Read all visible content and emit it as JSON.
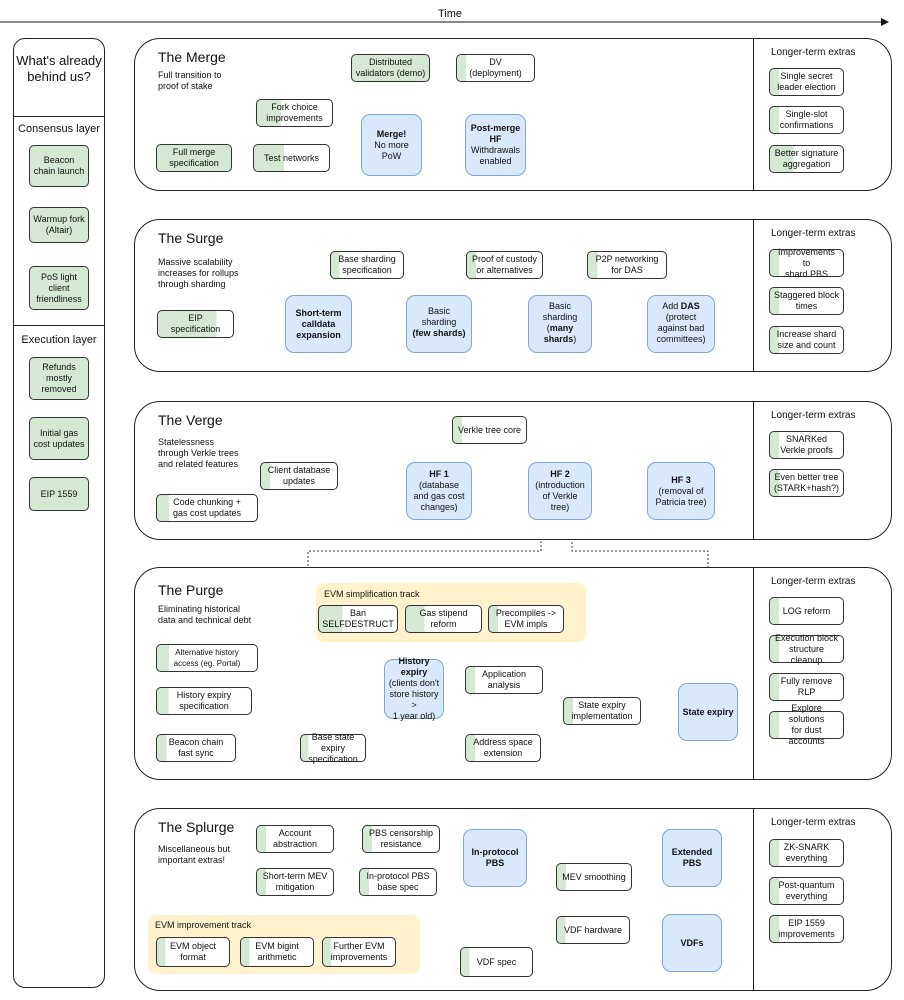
{
  "time_label": "Time",
  "left_panel": {
    "title": "What's already behind us?",
    "consensus_label": "Consensus layer",
    "consensus_items": [
      "Beacon chain launch",
      "Warmup fork (Altair)",
      "PoS light client friendliness"
    ],
    "execution_label": "Execution layer",
    "execution_items": [
      "Refunds mostly removed",
      "Initial gas cost updates",
      "EIP 1559"
    ]
  },
  "colors": {
    "done_green": "#d5e8d4",
    "milestone_blue": "#dae8fc",
    "track_yellow": "#fff2cc"
  },
  "merge": {
    "title": "The Merge",
    "desc": "Full transition to\nproof of stake",
    "nodes": {
      "dist_val": "Distributed\nvalidators (demo)",
      "dv_deploy": "DV\n(deployment)",
      "fork_choice": "Fork choice\nimprovements",
      "full_merge_spec": "Full merge\nspecification",
      "test_networks": "Test networks",
      "merge_title": "Merge!",
      "merge_sub": "No more\nPoW",
      "postmerge_title": "Post-merge\nHF",
      "postmerge_sub": "Withdrawals\nenabled"
    },
    "extras_title": "Longer-term extras",
    "extras": [
      "Single secret\nleader election",
      "Single-slot\nconfirmations",
      "Better signature\naggregation"
    ]
  },
  "surge": {
    "title": "The Surge",
    "desc": "Massive scalability\nincreases for rollups\nthrough sharding",
    "nodes": {
      "base_sharding_spec": "Base sharding\nspecification",
      "proof_custody": "Proof of custody\nor alternatives",
      "p2p_das": "P2P networking\nfor DAS",
      "eip_spec": "EIP\nspecification",
      "calldata": "Short-term\ncalldata\nexpansion",
      "basic_few_a": "Basic\nsharding\n",
      "basic_few_b": "(few shards)",
      "basic_many_a": "Basic\nsharding\n(",
      "basic_many_b": "many\nshards",
      "basic_many_c": ")",
      "das_a": "Add ",
      "das_b": "DAS",
      "das_c": "\n(protect\nagainst bad\ncommittees)"
    },
    "extras_title": "Longer-term extras",
    "extras": [
      "Improvements to\nshard PBS",
      "Staggered block\ntimes",
      "Increase shard\nsize and count"
    ]
  },
  "verge": {
    "title": "The Verge",
    "desc": "Statelessness\nthrough Verkle trees\nand related features",
    "nodes": {
      "verkle_core": "Verkle tree core",
      "client_db": "Client database\nupdates",
      "code_chunk": "Code chunking +\ngas cost updates",
      "hf1_title": "HF 1",
      "hf1_sub": "(database\nand gas cost\nchanges)",
      "hf2_title": "HF 2",
      "hf2_sub": "(introduction\nof Verkle\ntree)",
      "hf3_title": "HF 3",
      "hf3_sub": "(removal of\nPatricia tree)"
    },
    "extras_title": "Longer-term extras",
    "extras": [
      "SNARKed\nVerkle proofs",
      "Even better tree\n(STARK+hash?)"
    ]
  },
  "purge": {
    "title": "The Purge",
    "desc": "Eliminating historical\ndata and technical debt",
    "track_label": "EVM simplification track",
    "nodes": {
      "ban_selfdestruct": "Ban\nSELFDESTRUCT",
      "gas_stipend": "Gas stipend\nreform",
      "precompiles": "Precompiles ->\nEVM impls",
      "alt_history": "Alternative history\naccess (eg. Portal)",
      "history_expiry_spec": "History expiry\nspecification",
      "beacon_fast_sync": "Beacon chain\nfast sync",
      "history_expiry_title": "History\nexpiry",
      "history_expiry_sub": "(clients don't\nstore history >\n1 year old)",
      "app_analysis": "Application\nanalysis",
      "state_expiry_impl": "State expiry\nimplementation",
      "state_expiry": "State expiry",
      "base_state_expiry_spec": "Base state expiry\nspecification",
      "address_space": "Address space\nextension"
    },
    "extras_title": "Longer-term extras",
    "extras": [
      "LOG reform",
      "Execution block\nstructure cleanup",
      "Fully remove\nRLP",
      "Explore solutions\nfor dust accounts"
    ]
  },
  "splurge": {
    "title": "The Splurge",
    "desc": "Miscellaneous but\nimportant extras!",
    "track_label": "EVM improvement track",
    "nodes": {
      "account_abstraction": "Account\nabstraction",
      "pbs_censorship": "PBS censorship\nresistance",
      "short_term_mev": "Short-term MEV\nmitigation",
      "in_protocol_pbs_spec": "In-protocol PBS\nbase spec",
      "in_protocol_pbs": "In-protocol\nPBS",
      "extended_pbs": "Extended\nPBS",
      "mev_smoothing": "MEV smoothing",
      "vdf_hardware": "VDF hardware",
      "vdf_spec": "VDF spec",
      "vdfs": "VDFs",
      "evm_object": "EVM object\nformat",
      "evm_bigint": "EVM bigint\narithmetic",
      "further_evm": "Further EVM\nimprovements"
    },
    "extras_title": "Longer-term extras",
    "extras": [
      "ZK-SNARK\neverything",
      "Post-quantum\neverything",
      "EIP 1559\nimprovements"
    ]
  }
}
